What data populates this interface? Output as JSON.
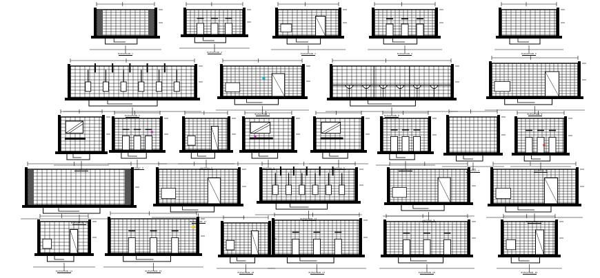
{
  "drawing": {
    "colors": {
      "ink": "#000000",
      "paper": "#ffffff",
      "accent_red": "#d62828",
      "accent_cyan": "#16b3c4",
      "accent_magenta": "#c21fb8",
      "accent_yellow": "#e8c520"
    },
    "elevations": [
      {
        "caption": "ELEVATION 1"
      },
      {
        "caption": "ELEVATION 2"
      },
      {
        "caption": "ELEVATION 3"
      },
      {
        "caption": "ELEVATION 4"
      },
      {
        "caption": "ELEVATION 5"
      },
      {
        "caption": "ELEVATION 6"
      },
      {
        "caption": "ELEVATION 7"
      },
      {
        "caption": "ELEVATION 8"
      },
      {
        "caption": "ELEVATION 9"
      },
      {
        "caption": "section 1"
      },
      {
        "caption": "section 2"
      },
      {
        "caption": "section 3"
      },
      {
        "caption": "section 4"
      },
      {
        "caption": "section 5"
      },
      {
        "caption": "section 6"
      },
      {
        "caption": "section 7"
      },
      {
        "caption": "section 8"
      },
      {
        "caption": "ELEVATION 10"
      },
      {
        "caption": "ELEVATION 11"
      },
      {
        "caption": "ELEVATION 12"
      },
      {
        "caption": "section 9"
      },
      {
        "caption": "ELEVATION 13"
      },
      {
        "caption": "ELEVATION 14"
      },
      {
        "caption": "ELEVATION 15"
      },
      {
        "caption": "ELEVATION 16"
      },
      {
        "caption": "ELEVATION 17"
      },
      {
        "caption": "ELEVATION 18"
      },
      {
        "caption": "ELEVATION 19"
      }
    ]
  }
}
